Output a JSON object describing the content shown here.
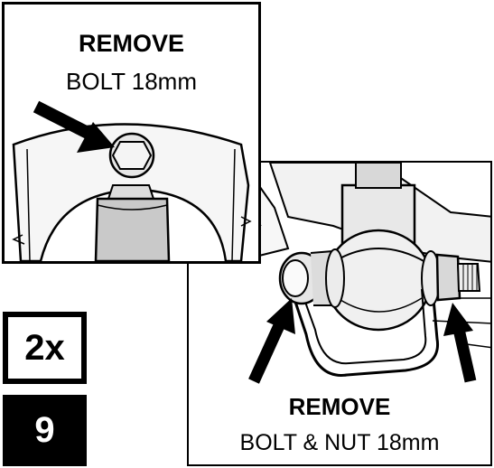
{
  "top_panel": {
    "title": "REMOVE",
    "subtitle": "BOLT 18mm"
  },
  "bottom_panel": {
    "title": "REMOVE",
    "subtitle": "BOLT & NUT 18mm"
  },
  "badges": {
    "count": "2x",
    "step": "9"
  }
}
